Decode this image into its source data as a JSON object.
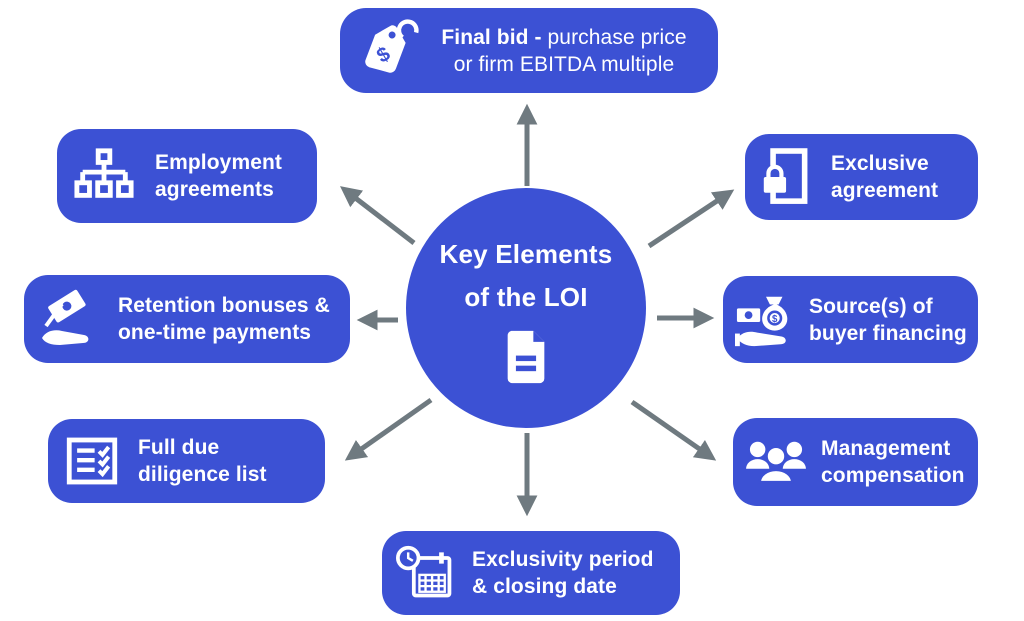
{
  "diagram": {
    "title": "Key Elements of the LOI",
    "center": {
      "lines": [
        "Key Elements",
        "of the LOI"
      ],
      "icon": "document-icon"
    },
    "nodes": [
      {
        "id": "final-bid",
        "icon": "price-tag-icon",
        "line1_bold": "Final bid -",
        "line1_rest": " purchase price",
        "line2": "or firm EBITDA multiple"
      },
      {
        "id": "employment-agreements",
        "icon": "org-chart-icon",
        "lines": [
          "Employment",
          "agreements"
        ]
      },
      {
        "id": "exclusive-agreement",
        "icon": "lock-document-icon",
        "lines": [
          "Exclusive",
          "agreement"
        ]
      },
      {
        "id": "retention-bonuses",
        "icon": "falling-money-hand-icon",
        "lines": [
          "Retention bonuses &",
          "one-time payments"
        ]
      },
      {
        "id": "buyer-financing",
        "icon": "money-bag-hand-icon",
        "lines": [
          "Source(s) of",
          "buyer financing"
        ]
      },
      {
        "id": "due-diligence",
        "icon": "checklist-icon",
        "lines": [
          "Full due",
          "diligence list"
        ]
      },
      {
        "id": "management-compensation",
        "icon": "people-group-icon",
        "lines": [
          "Management",
          "compensation"
        ]
      },
      {
        "id": "exclusivity-period",
        "icon": "calendar-clock-icon",
        "lines": [
          "Exclusivity period",
          "& closing date"
        ]
      }
    ],
    "connections": [
      "top",
      "top-left",
      "top-right",
      "left",
      "right",
      "bottom-left",
      "bottom-right",
      "bottom"
    ],
    "glyphs": {
      "dollar": "$"
    },
    "colors": {
      "node_blue": "#3C51D4",
      "arrow_gray": "#6F7A80",
      "text": "#FFFFFF",
      "background": "#FFFFFF"
    }
  }
}
